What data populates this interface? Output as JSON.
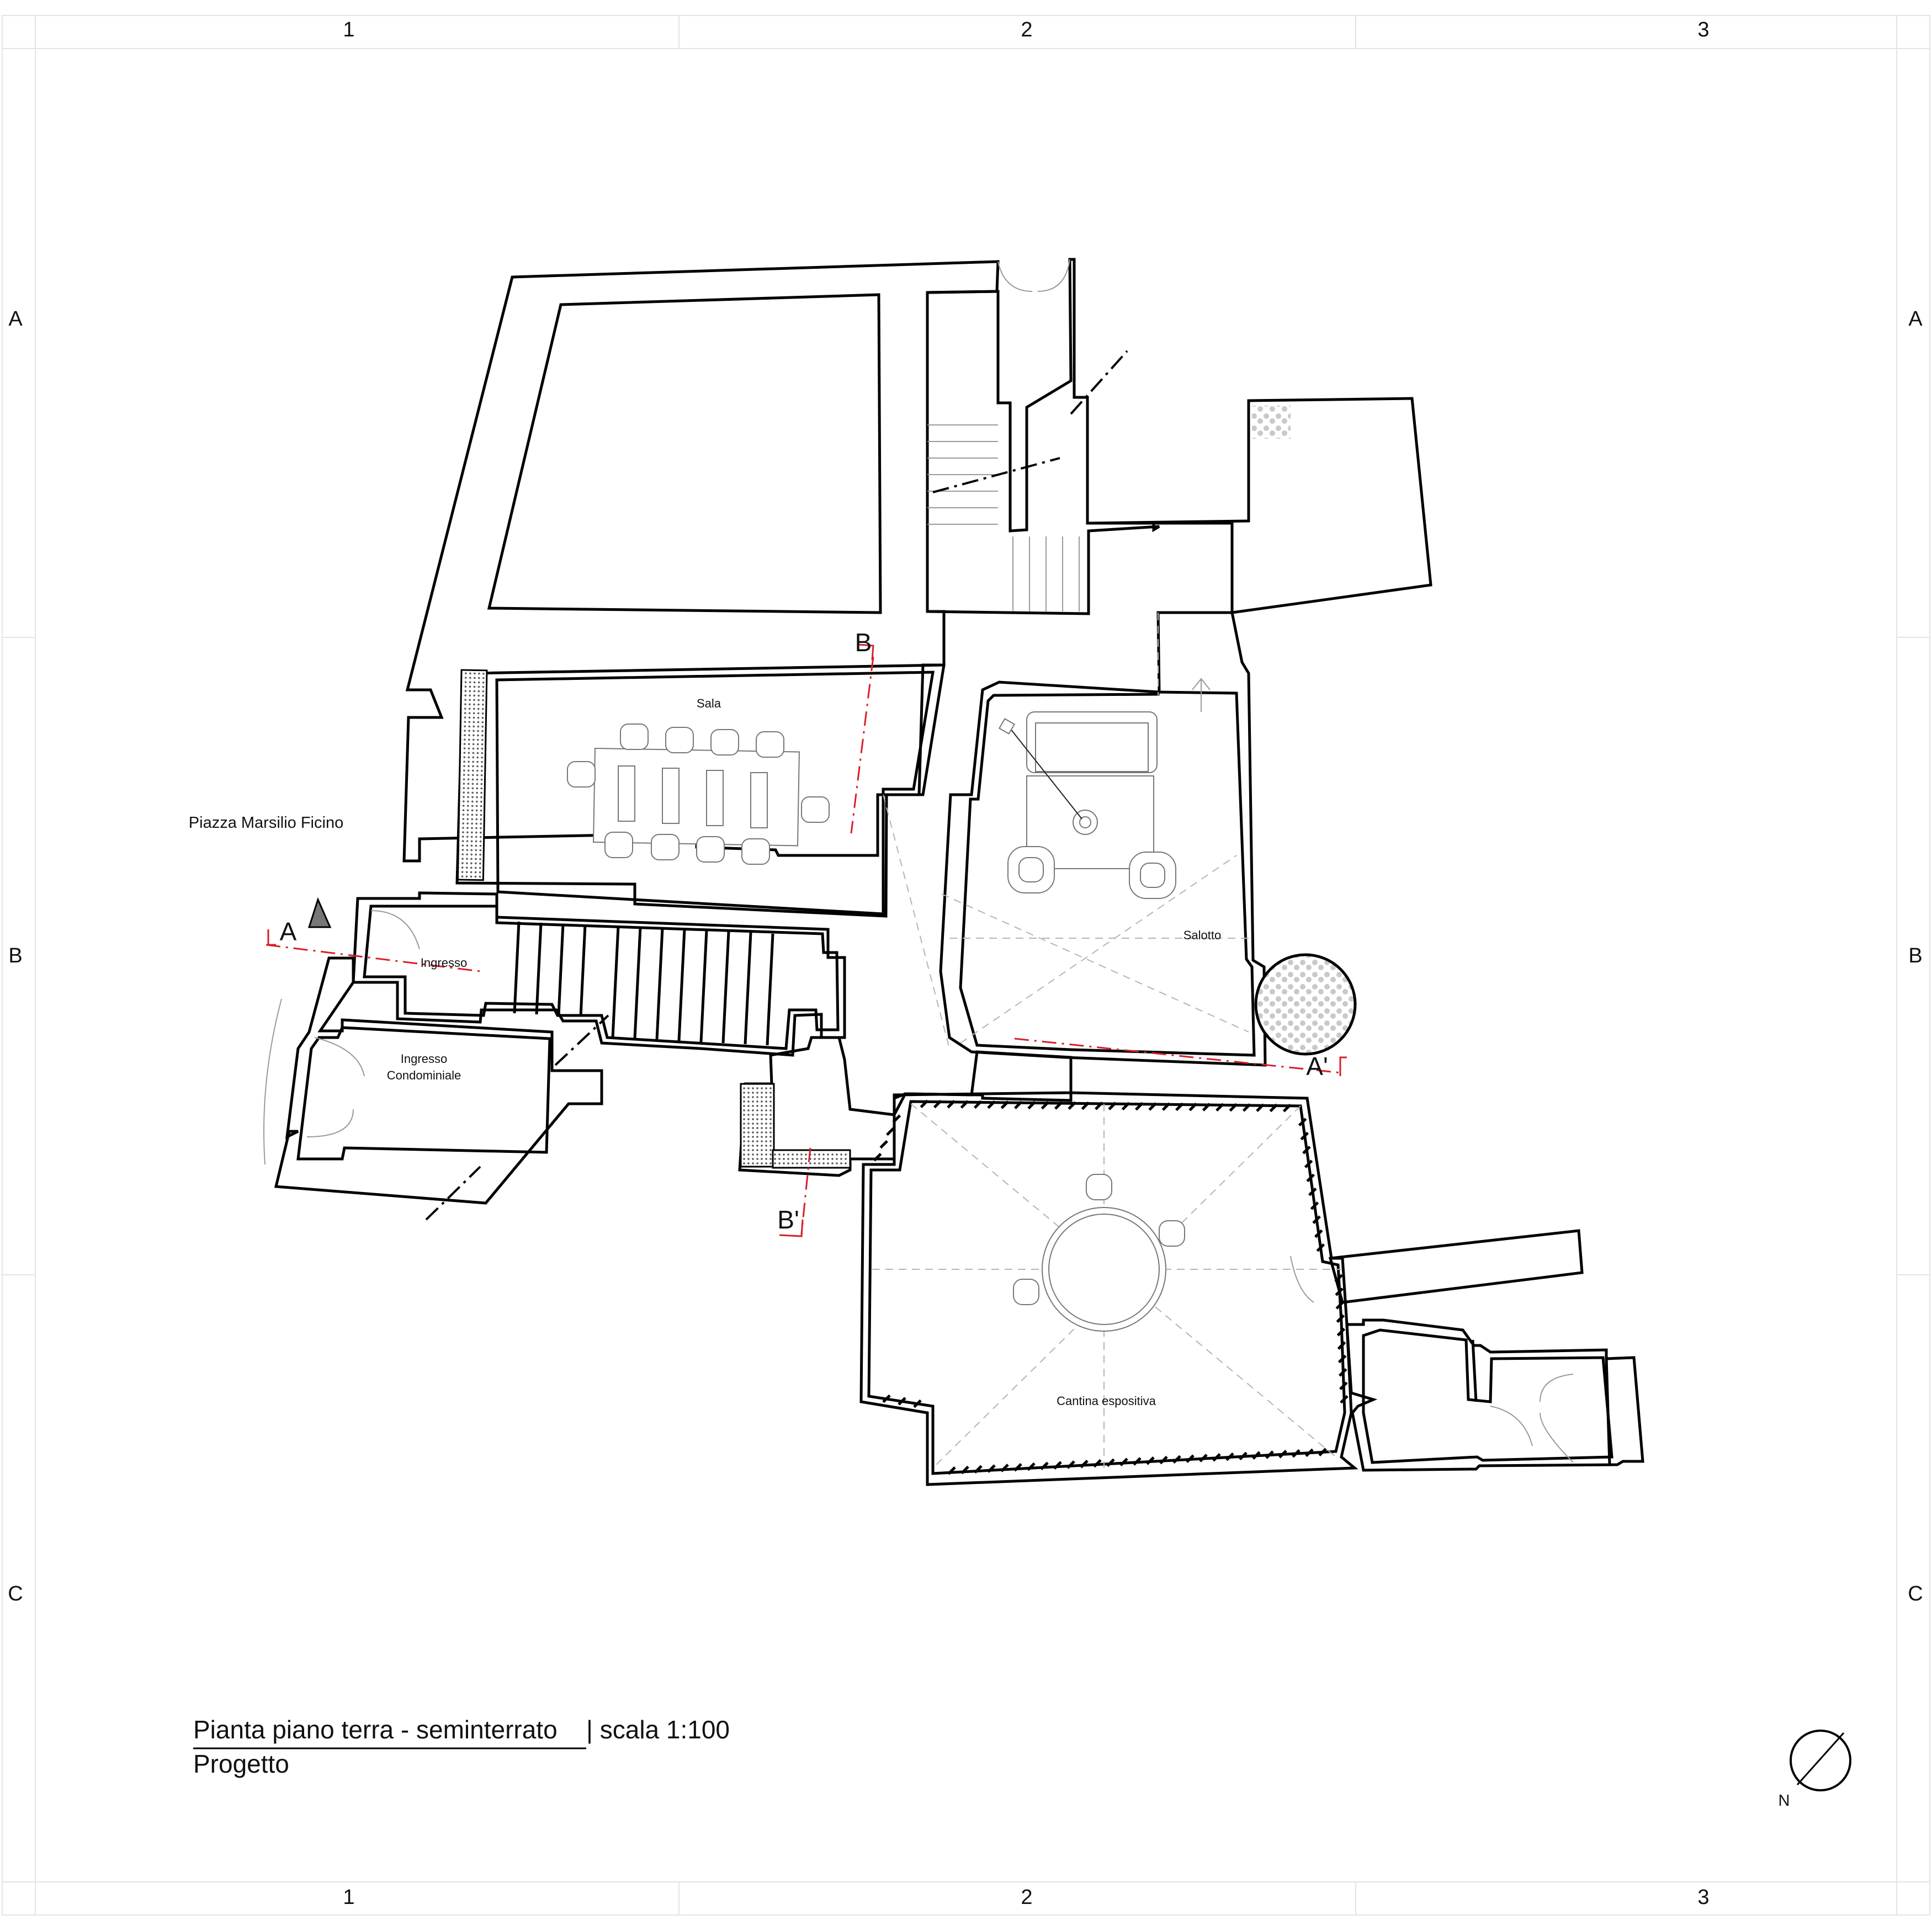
{
  "grid": {
    "columns": [
      "1",
      "2",
      "3"
    ],
    "rows": [
      "A",
      "B",
      "C"
    ]
  },
  "street_label": "Piazza Marsilio Ficino",
  "rooms": {
    "sala": "Sala",
    "salotto": "Salotto",
    "ingresso": "Ingresso",
    "ingresso_condominiale_1": "Ingresso",
    "ingresso_condominiale_2": "Condominiale",
    "cantina": "Cantina espositiva"
  },
  "section_marks": {
    "a_start": "A",
    "a_end": "A'",
    "b_start": "B",
    "b_end": "B'"
  },
  "title": {
    "main": "Pianta piano terra - seminterrato",
    "scale": "| scala 1:100",
    "subtitle": "Progetto"
  },
  "north": "N",
  "colors": {
    "section_line": "#d6202a",
    "walls": "#000000",
    "grid": "#e4e4e4"
  }
}
